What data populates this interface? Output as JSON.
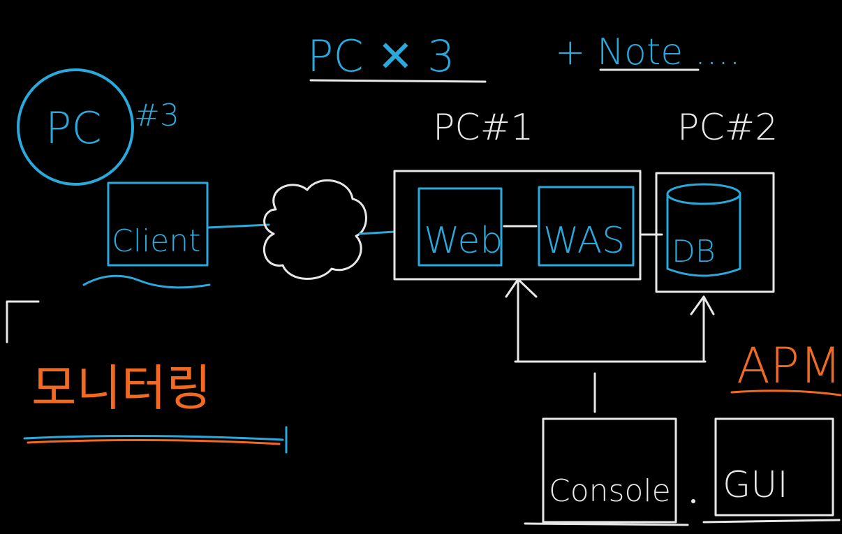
{
  "colors": {
    "background": "#000000",
    "blue": "#29a9dc",
    "white": "#e8e8e8",
    "orange": "#f26a21"
  },
  "heading": {
    "title": "PC ✕ 3",
    "note": "+ Note ...."
  },
  "labels": {
    "pc3": "PC",
    "pc3_tag": "#3",
    "pc1": "PC#1",
    "pc2": "PC#2",
    "client": "Client",
    "web": "Web",
    "was": "WAS",
    "db": "DB",
    "apm": "APM",
    "monitoring": "모니터링",
    "console": "Console",
    "gui": "GUI"
  },
  "icons": {
    "network": "cloud-icon",
    "database": "database-cylinder-icon"
  }
}
